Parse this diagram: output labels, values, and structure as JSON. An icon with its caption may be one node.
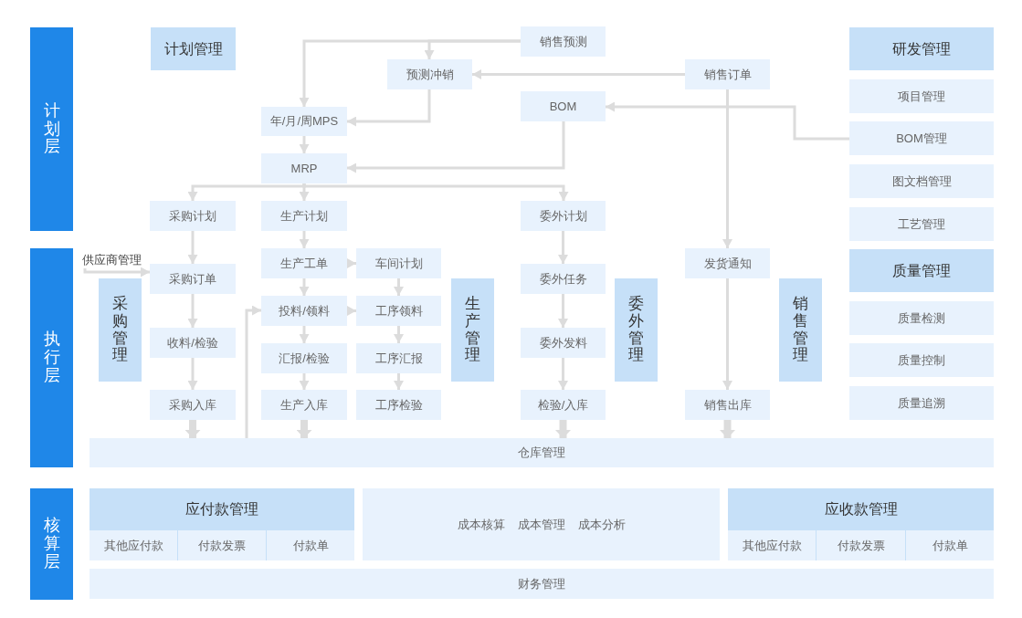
{
  "diagram": {
    "nodes": [
      {
        "text": [
          "计划层"
        ]
      },
      {
        "text": [
          "计划管理"
        ]
      },
      {
        "text": [
          "销售预测"
        ]
      },
      {
        "text": [
          "预测冲销"
        ]
      },
      {
        "text": [
          "销售订单"
        ]
      },
      {
        "text": [
          "BOM"
        ]
      },
      {
        "text": [
          "年/月/周MPS"
        ]
      },
      {
        "text": [
          "MRP"
        ]
      },
      {
        "text": [
          "研发管理"
        ]
      },
      {
        "text": [
          "项目管理"
        ]
      },
      {
        "text": [
          "BOM管理"
        ]
      },
      {
        "text": [
          "图文档管理"
        ]
      },
      {
        "text": [
          "工艺管理"
        ]
      },
      {
        "text": [
          "采购计划"
        ]
      },
      {
        "text": [
          "生产计划"
        ]
      },
      {
        "text": [
          "委外计划"
        ]
      },
      {
        "text": [
          "执行层"
        ]
      },
      {
        "text": [
          "供应商管理"
        ]
      },
      {
        "text": [
          "采购订单"
        ]
      },
      {
        "text": [
          "生产工单"
        ]
      },
      {
        "text": [
          "车间计划"
        ]
      },
      {
        "text": [
          "委外任务"
        ]
      },
      {
        "text": [
          "发货通知"
        ]
      },
      {
        "text": [
          "质量管理"
        ]
      },
      {
        "text": [
          "采购管理"
        ]
      },
      {
        "text": [
          "投料/领料"
        ]
      },
      {
        "text": [
          "工序领料"
        ]
      },
      {
        "text": [
          "生产管理"
        ]
      },
      {
        "text": [
          "委外管理"
        ]
      },
      {
        "text": [
          "销售管理"
        ]
      },
      {
        "text": [
          "质量检测"
        ]
      },
      {
        "text": [
          "收料/检验"
        ]
      },
      {
        "text": [
          "汇报/检验"
        ]
      },
      {
        "text": [
          "工序汇报"
        ]
      },
      {
        "text": [
          "委外发料"
        ]
      },
      {
        "text": [
          "质量控制"
        ]
      },
      {
        "text": [
          "采购入库"
        ]
      },
      {
        "text": [
          "生产入库"
        ]
      },
      {
        "text": [
          "工序检验"
        ]
      },
      {
        "text": [
          "检验/入库"
        ]
      },
      {
        "text": [
          "销售出库"
        ]
      },
      {
        "text": [
          "质量追溯"
        ]
      },
      {
        "text": [
          "仓库管理"
        ]
      },
      {
        "text": [
          "核算层"
        ]
      },
      {
        "text": [
          "应付款管理"
        ]
      },
      {
        "text": [
          "其他应付款"
        ],
        "in": 44
      },
      {
        "text": [
          "付款发票"
        ],
        "in": 44
      },
      {
        "text": [
          "付款单"
        ],
        "in": 44
      },
      {
        "text": [
          "成本核算",
          "成本管理",
          "成本分析"
        ]
      },
      {
        "text": [
          "应收款管理"
        ]
      },
      {
        "text": [
          "其他应付款"
        ],
        "in": 49
      },
      {
        "text": [
          "付款发票"
        ],
        "in": 49
      },
      {
        "text": [
          "付款单"
        ],
        "in": 49
      },
      {
        "text": [
          "财务管理"
        ]
      }
    ],
    "edges": [
      {
        "from": 2,
        "to": 3,
        "arrow": "to"
      },
      {
        "from": 2,
        "to": 6,
        "arrow": "to"
      },
      {
        "from": 4,
        "to": 3,
        "arrow": "to"
      },
      {
        "from": 4,
        "to": 22,
        "arrow": "to"
      },
      {
        "from": 10,
        "to": 5,
        "arrow": "to"
      },
      {
        "from": 3,
        "to": 6,
        "arrow": "to"
      },
      {
        "from": 5,
        "to": 7,
        "arrow": "to"
      },
      {
        "from": 6,
        "to": 7,
        "arrow": "to"
      },
      {
        "from": 7,
        "to": 13,
        "arrow": "to"
      },
      {
        "from": 7,
        "to": 14,
        "arrow": "to"
      },
      {
        "from": 7,
        "to": 15,
        "arrow": "to"
      },
      {
        "from": 13,
        "to": 18,
        "arrow": "to"
      },
      {
        "from": 17,
        "to": 18,
        "arrow": "to"
      },
      {
        "from": 18,
        "to": 31,
        "arrow": "to"
      },
      {
        "from": 31,
        "to": 36,
        "arrow": "to"
      },
      {
        "from": 36,
        "to": 42,
        "arrow": "to",
        "style": "thick"
      },
      {
        "from": 14,
        "to": 19,
        "arrow": "to"
      },
      {
        "from": 19,
        "to": 20,
        "arrow": "to"
      },
      {
        "from": 19,
        "to": 25,
        "arrow": "to"
      },
      {
        "from": 25,
        "to": 26,
        "arrow": "to"
      },
      {
        "from": 25,
        "to": 32,
        "arrow": "to"
      },
      {
        "from": 32,
        "to": 37,
        "arrow": "to"
      },
      {
        "from": 37,
        "to": 42,
        "arrow": "to",
        "style": "thick"
      },
      {
        "from": 20,
        "to": 26,
        "arrow": "to"
      },
      {
        "from": 26,
        "to": 33,
        "arrow": "to"
      },
      {
        "from": 33,
        "to": 38,
        "arrow": "to"
      },
      {
        "from": 42,
        "to": 25,
        "arrow": "to"
      },
      {
        "from": 15,
        "to": 21,
        "arrow": "to"
      },
      {
        "from": 21,
        "to": 34,
        "arrow": "to"
      },
      {
        "from": 34,
        "to": 39,
        "arrow": "to"
      },
      {
        "from": 39,
        "to": 42,
        "arrow": "to",
        "style": "thick"
      },
      {
        "from": 22,
        "to": 40,
        "arrow": "to"
      },
      {
        "from": 40,
        "to": 42,
        "arrow": "to",
        "style": "thick"
      }
    ]
  }
}
